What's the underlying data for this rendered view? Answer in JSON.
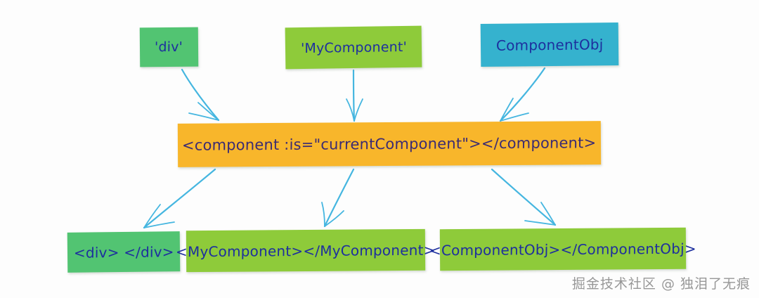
{
  "diagram": {
    "title": "Vue dynamic component resolution",
    "colors": {
      "green": "#52c472",
      "lime": "#8ecb3a",
      "cyan": "#35b2ce",
      "orange": "#f8b62b",
      "text_blue": "#1d2f9e",
      "text_purple": "#3b2b73",
      "arrow_blue": "#45b6e0"
    },
    "inputs": [
      {
        "id": "div-literal",
        "label": "'div'",
        "color": "#52c472"
      },
      {
        "id": "mycomponent-literal",
        "label": "'MyComponent'",
        "color": "#8ecb3a"
      },
      {
        "id": "componentobj-literal",
        "label": "ComponentObj",
        "color": "#35b2ce"
      }
    ],
    "center": {
      "id": "component-tag",
      "label": "<component :is=\"currentComponent\"></component>",
      "color": "#f8b62b"
    },
    "outputs": [
      {
        "id": "div-output",
        "label": "<div> </div>",
        "color": "#52c472"
      },
      {
        "id": "mycomponent-output",
        "label": "<MyComponent></MyComponent>",
        "color": "#8ecb3a"
      },
      {
        "id": "componentobj-output",
        "label": "<ComponentObj></ComponentObj>",
        "color": "#8ecb3a"
      }
    ],
    "arrows": [
      {
        "id": "arrow-div-to-component",
        "from": "div-literal",
        "to": "component-tag",
        "direction": "down-right"
      },
      {
        "id": "arrow-mycomponent-to-component",
        "from": "mycomponent-literal",
        "to": "component-tag",
        "direction": "down"
      },
      {
        "id": "arrow-componentobj-to-component",
        "from": "componentobj-literal",
        "to": "component-tag",
        "direction": "down-left"
      },
      {
        "id": "arrow-component-to-div-output",
        "from": "component-tag",
        "to": "div-output",
        "direction": "down-left"
      },
      {
        "id": "arrow-component-to-mycomponent-output",
        "from": "component-tag",
        "to": "mycomponent-output",
        "direction": "down-left"
      },
      {
        "id": "arrow-component-to-componentobj-output",
        "from": "component-tag",
        "to": "componentobj-output",
        "direction": "down-right"
      }
    ]
  },
  "watermark": {
    "text": "掘金技术社区 @ 独泪了无痕"
  }
}
